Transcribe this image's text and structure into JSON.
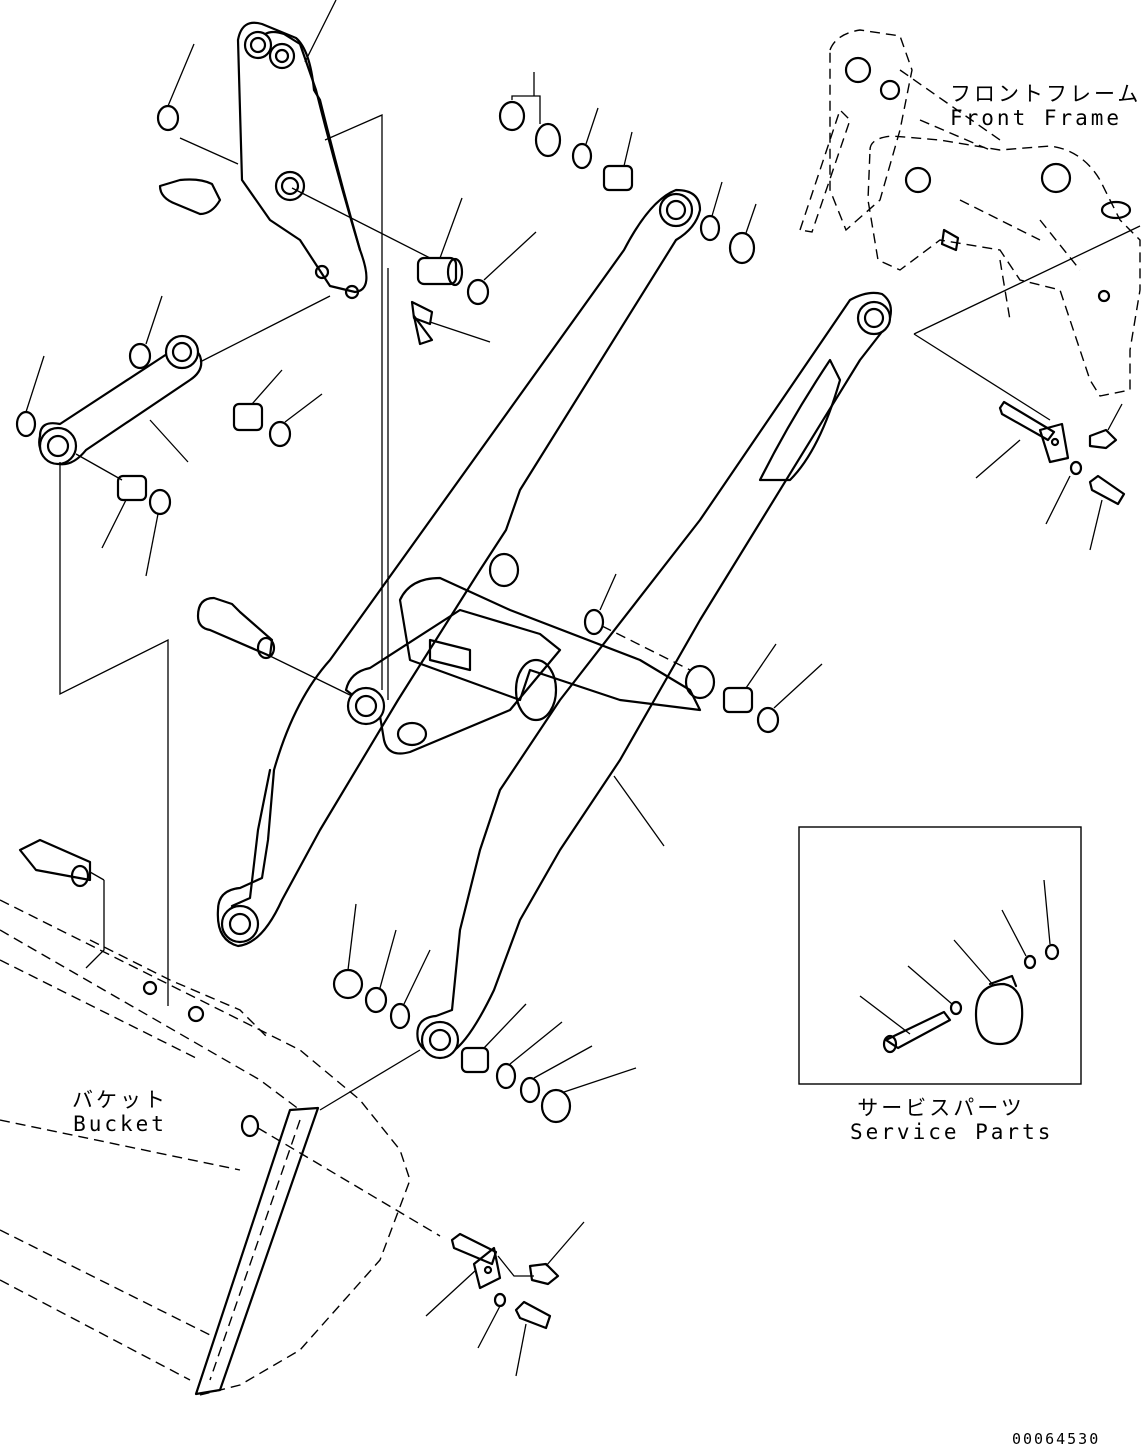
{
  "labels": {
    "front_frame_jp": "フロントフレーム",
    "front_frame_en": "Front Frame",
    "bucket_jp": "バケット",
    "bucket_en": "Bucket",
    "service_parts_jp": "サービスパーツ",
    "service_parts_en": "Service Parts",
    "drawing_number": "00064530"
  }
}
